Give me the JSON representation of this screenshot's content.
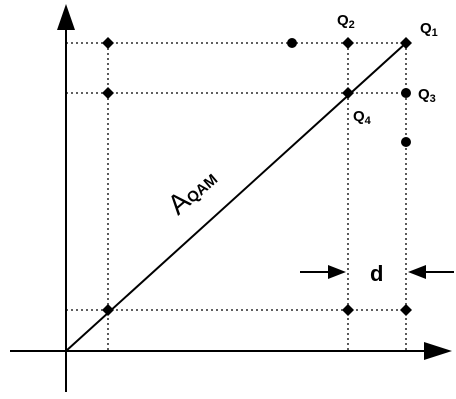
{
  "labels": {
    "q1": "Q",
    "q1_sub": "1",
    "q2": "Q",
    "q2_sub": "2",
    "q3": "Q",
    "q3_sub": "3",
    "q4": "Q",
    "q4_sub": "4",
    "amplitude": "A",
    "amplitude_sub": "QAM",
    "spacing": "d"
  },
  "colors": {
    "ink": "#000000",
    "background": "#ffffff"
  }
}
